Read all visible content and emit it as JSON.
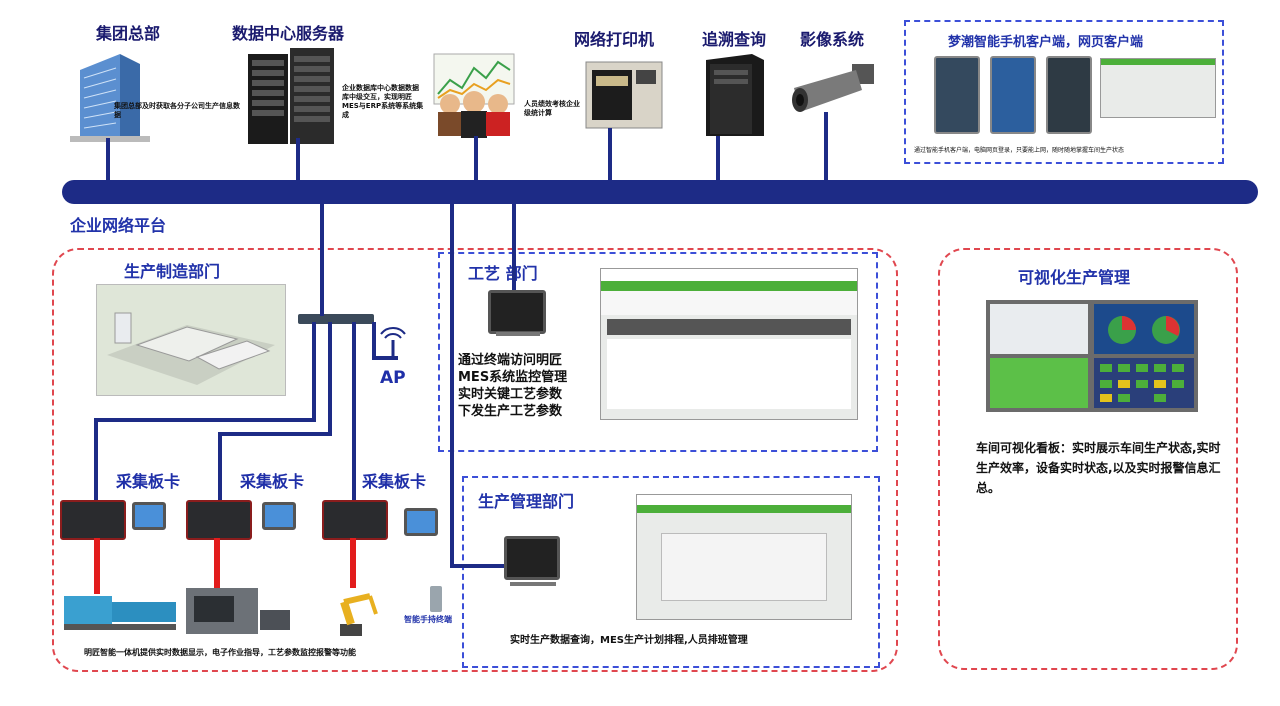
{
  "top_labels": {
    "hq": "集团总部",
    "datacenter": "数据中心服务器",
    "printer": "网络打印机",
    "trace": "追溯查询",
    "video": "影像系统",
    "mobile": "梦潮智能手机客户端，网页客户端"
  },
  "captions": {
    "hq_desc": "集团总部及时获取各分子公司生产信息数据",
    "dc_desc": "企业数据库中心数据数据库中级交互，实现明匠MES与ERP系统等系统集成",
    "people_desc": "人员绩效考核企业级统计算",
    "mobile_desc": "通过智能手机客户端，电脑网页登录，只要能上网，随时随地掌握车间生产状态"
  },
  "bus_label": "企业网络平台",
  "production": {
    "title": "生产制造部门",
    "ap": "AP",
    "board1": "采集板卡",
    "board2": "采集板卡",
    "board3": "采集板卡",
    "handheld": "智能手持终端",
    "footer": "明匠智能一体机提供实时数据显示，电子作业指导，工艺参数监控报警等功能"
  },
  "process": {
    "title": "工艺 部门",
    "desc1": "通过终端访问明匠",
    "desc2": "MES系统监控管理",
    "desc3": "实时关键工艺参数",
    "desc4": "下发生产工艺参数"
  },
  "management": {
    "title": "生产管理部门",
    "footer": "实时生产数据查询，MES生产计划排程,人员排班管理"
  },
  "visual": {
    "title": "可视化生产管理",
    "desc": "车间可视化看板：实时展示车间生产状态,实时生产效率，设备实时状态,以及实时报警信息汇总。"
  },
  "colors": {
    "bus": "#1d2b86",
    "red_dash": "#e0474f",
    "blue_dash": "#3c4fd8",
    "signal_red": "#e21c1c"
  }
}
